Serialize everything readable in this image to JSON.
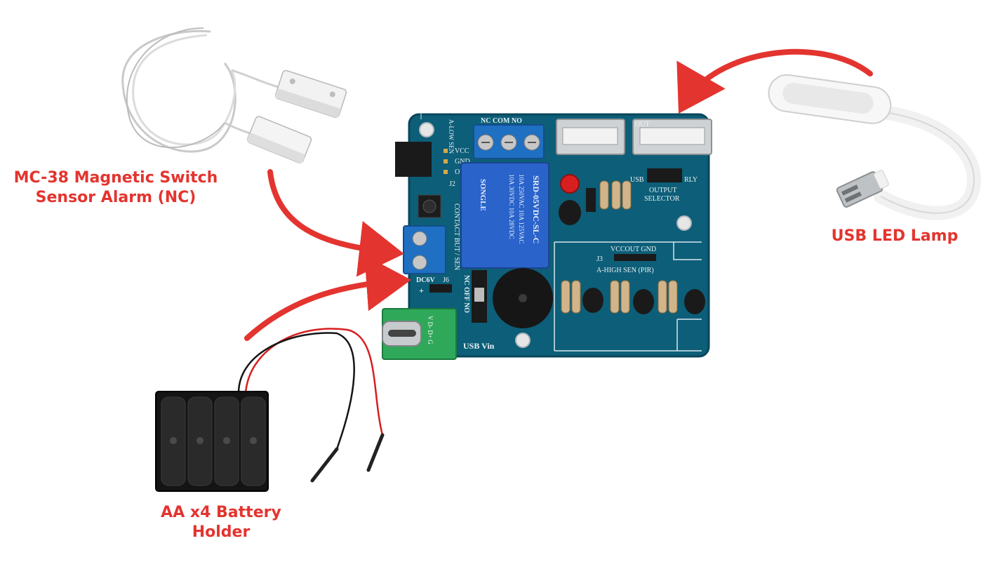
{
  "labels": {
    "sensor": [
      "MC-38 Magnetic Switch",
      "Sensor Alarm (NC)"
    ],
    "lamp": [
      "USB LED Lamp"
    ],
    "battery": [
      "AA x4 Battery",
      "Holder"
    ]
  },
  "board": {
    "relay_header": "NC COM NO",
    "sensor_header": "A-LOW SEN",
    "pin_vcc": "VCC",
    "pin_gnd": "GND",
    "pin_out": "OUT",
    "jumper_j2": "J2",
    "relay_brand": "SONGLE",
    "relay_model": "SRD-05VDC-SL-C",
    "relay_rating_ac": "10A 250VAC 10A 125VAC",
    "relay_rating_dc": "10A 30VDC 10A 28VDC",
    "contact_label": "CONTACT BUT / SEN",
    "usb_out": "OUT",
    "usb_label": "USB",
    "rly_label": "RLY",
    "output_selector": [
      "OUTPUT",
      "SELECTOR"
    ],
    "j3_pins": "VCCOUT GND",
    "j3_label": "J3",
    "a_high": "A-HIGH SEN (PIR)",
    "dc6v": "DC6V",
    "j6_label": "J6",
    "plus": "+",
    "nc_off_no": "NC OFF NO",
    "usb_vin": "USB Vin",
    "typec_pins": "V D- D+ G"
  },
  "colors": {
    "accent": "#e3342f",
    "pcb": "#0d5e78",
    "terminal": "#1f6fc2",
    "relay": "#2a63c9",
    "usbc_board": "#2fa85a"
  },
  "icons": [
    "relay-icon",
    "usb-port-icon",
    "buzzer-icon",
    "battery-holder-icon",
    "led-lamp-icon",
    "magnetic-switch-icon"
  ]
}
